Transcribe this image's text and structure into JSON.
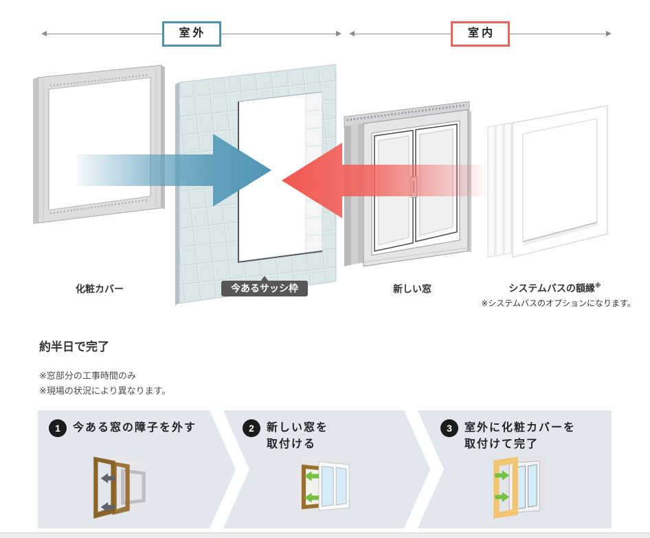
{
  "zones": {
    "outdoor": {
      "label": "室外"
    },
    "indoor": {
      "label": "室内"
    }
  },
  "diagram": {
    "items": [
      {
        "label": "化粧カバー"
      },
      {
        "label": "今あるサッシ枠"
      },
      {
        "label": "新しい窓"
      },
      {
        "label": "システムバスの額縁",
        "sup": "※",
        "note": "※システムバスのオプションになります。"
      }
    ]
  },
  "completion": {
    "heading": "約半日で完了",
    "notes": [
      "※窓部分の工事時間のみ",
      "※現場の状況により異なります。"
    ]
  },
  "steps": {
    "items": [
      {
        "number": "1",
        "line1": "今ある窓の障子を外す",
        "line2": ""
      },
      {
        "number": "2",
        "line1": "新しい窓を",
        "line2": "取付ける"
      },
      {
        "number": "3",
        "line1": "室外に化粧カバーを",
        "line2": "取付けて完了"
      }
    ]
  },
  "colors": {
    "outdoor_accent": "#4f90a8",
    "indoor_accent": "#e8635a",
    "arrow_blue": "#5c9ebb",
    "arrow_red": "#f2635c",
    "badge_bg": "#575757",
    "steps_band_bg": "#e2e7ee",
    "step_number_bg": "#1c1c1c",
    "green_arrow": "#76c043",
    "brown_frame": "#8a6527",
    "yellow_cover": "#f2c572"
  }
}
